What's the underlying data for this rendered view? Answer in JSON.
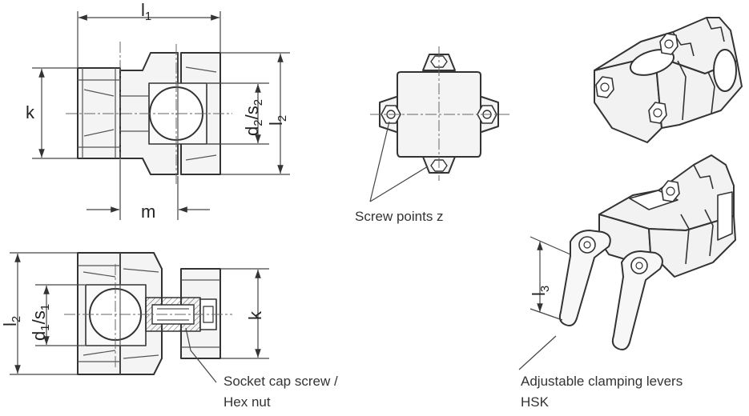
{
  "labels": {
    "l1": {
      "main": "l",
      "sub": "1"
    },
    "k_front": {
      "main": "k"
    },
    "m": {
      "main": "m"
    },
    "d2s2": {
      "p1": "d",
      "s1": "2",
      "p2": "/s",
      "s2": "2"
    },
    "l2_front": {
      "main": "l",
      "sub": "2"
    },
    "l2_bottom": {
      "main": "l",
      "sub": "2"
    },
    "d1s1": {
      "p1": "d",
      "s1": "1",
      "p2": "/s",
      "s2": "1"
    },
    "k_bottom": {
      "main": "k"
    },
    "l3": {
      "main": "l",
      "sub": "3"
    }
  },
  "notes": {
    "screw_points": "Screw points z",
    "socket_cap_line1": "Socket cap screw /",
    "socket_cap_line2": "Hex nut",
    "levers_line1": "Adjustable clamping levers",
    "levers_line2": "HSK"
  },
  "colors": {
    "line": "#333333",
    "fill": "#f4f4f4",
    "dim": "#444444"
  }
}
